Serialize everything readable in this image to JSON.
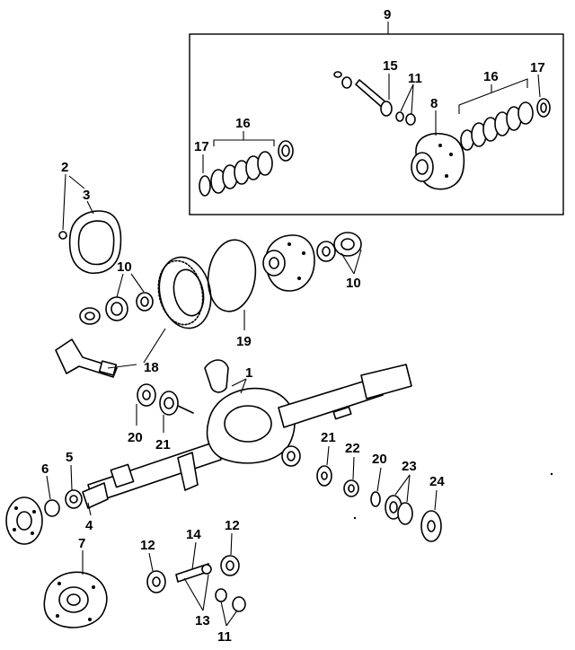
{
  "callouts": {
    "c1": "1",
    "c2": "2",
    "c3": "3",
    "c4": "4",
    "c5": "5",
    "c6": "6",
    "c7": "7",
    "c8": "8",
    "c9": "9",
    "c10a": "10",
    "c10b": "10",
    "c11a": "11",
    "c11b": "11",
    "c12a": "12",
    "c12b": "12",
    "c13": "13",
    "c14": "14",
    "c15": "15",
    "c16a": "16",
    "c16b": "16",
    "c17a": "17",
    "c17b": "17",
    "c18": "18",
    "c19": "19",
    "c20a": "20",
    "c20b": "20",
    "c21a": "21",
    "c21b": "21",
    "c22": "22",
    "c23": "23",
    "c24": "24"
  }
}
